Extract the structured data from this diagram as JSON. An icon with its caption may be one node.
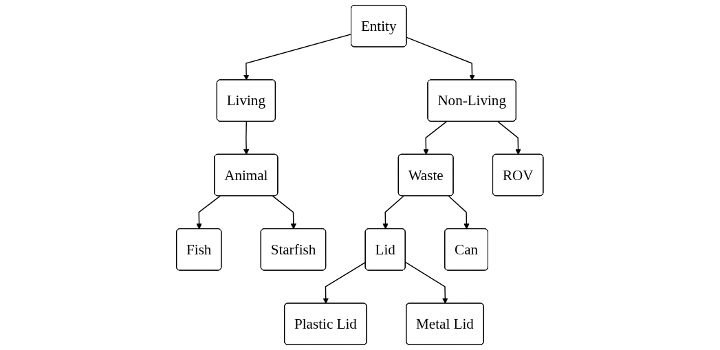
{
  "diagram": {
    "nodes": [
      {
        "text": [
          "Entity"
        ]
      },
      {
        "text": [
          "Living"
        ]
      },
      {
        "text": [
          "Non-Living"
        ]
      },
      {
        "text": [
          "Animal"
        ]
      },
      {
        "text": [
          "Waste"
        ]
      },
      {
        "text": [
          "ROV"
        ]
      },
      {
        "text": [
          "Fish"
        ]
      },
      {
        "text": [
          "Starfish"
        ]
      },
      {
        "text": [
          "Lid"
        ]
      },
      {
        "text": [
          "Can"
        ]
      },
      {
        "text": [
          "Plastic Lid"
        ]
      },
      {
        "text": [
          "Metal Lid"
        ]
      }
    ],
    "edges": [
      {
        "from": 0,
        "to": 1,
        "arrow": "to"
      },
      {
        "from": 0,
        "to": 2,
        "arrow": "to"
      },
      {
        "from": 1,
        "to": 3,
        "arrow": "to"
      },
      {
        "from": 2,
        "to": 4,
        "arrow": "to"
      },
      {
        "from": 2,
        "to": 5,
        "arrow": "to"
      },
      {
        "from": 3,
        "to": 6,
        "arrow": "to"
      },
      {
        "from": 3,
        "to": 7,
        "arrow": "to"
      },
      {
        "from": 4,
        "to": 8,
        "arrow": "to"
      },
      {
        "from": 4,
        "to": 9,
        "arrow": "to"
      },
      {
        "from": 8,
        "to": 10,
        "arrow": "to"
      },
      {
        "from": 8,
        "to": 11,
        "arrow": "to"
      }
    ]
  }
}
